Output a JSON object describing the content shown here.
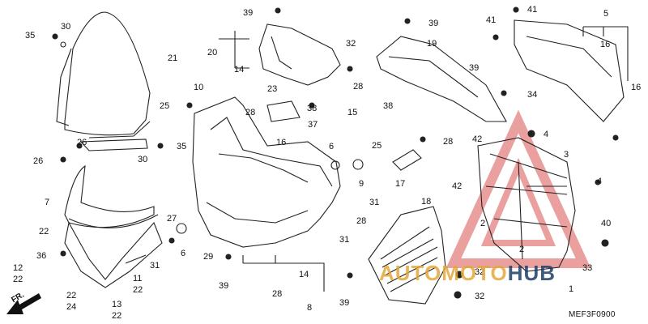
{
  "diagram": {
    "code": "MEF3F0900",
    "front_label": "FR.",
    "watermark": {
      "part1": "AUTOMOTO",
      "part2": "HUB"
    },
    "callouts": [
      "30",
      "35",
      "21",
      "39",
      "20",
      "14",
      "32",
      "39",
      "19",
      "41",
      "41",
      "5",
      "16",
      "16",
      "39",
      "34",
      "28",
      "10",
      "25",
      "23",
      "28",
      "38",
      "16",
      "37",
      "15",
      "38",
      "28",
      "4",
      "42",
      "3",
      "42",
      "6",
      "25",
      "26",
      "26",
      "30",
      "35",
      "9",
      "17",
      "7",
      "31",
      "28",
      "18",
      "4",
      "22",
      "2",
      "2",
      "27",
      "31",
      "36",
      "6",
      "29",
      "40",
      "12",
      "22",
      "11",
      "22",
      "14",
      "31",
      "32",
      "33",
      "22",
      "24",
      "13",
      "22",
      "39",
      "28",
      "8",
      "39",
      "32",
      "1"
    ]
  },
  "colors": {
    "line": "#222222",
    "wm_red": "#d9534f",
    "wm_orange": "#e3a83a",
    "wm_navy": "#1f3e66"
  }
}
